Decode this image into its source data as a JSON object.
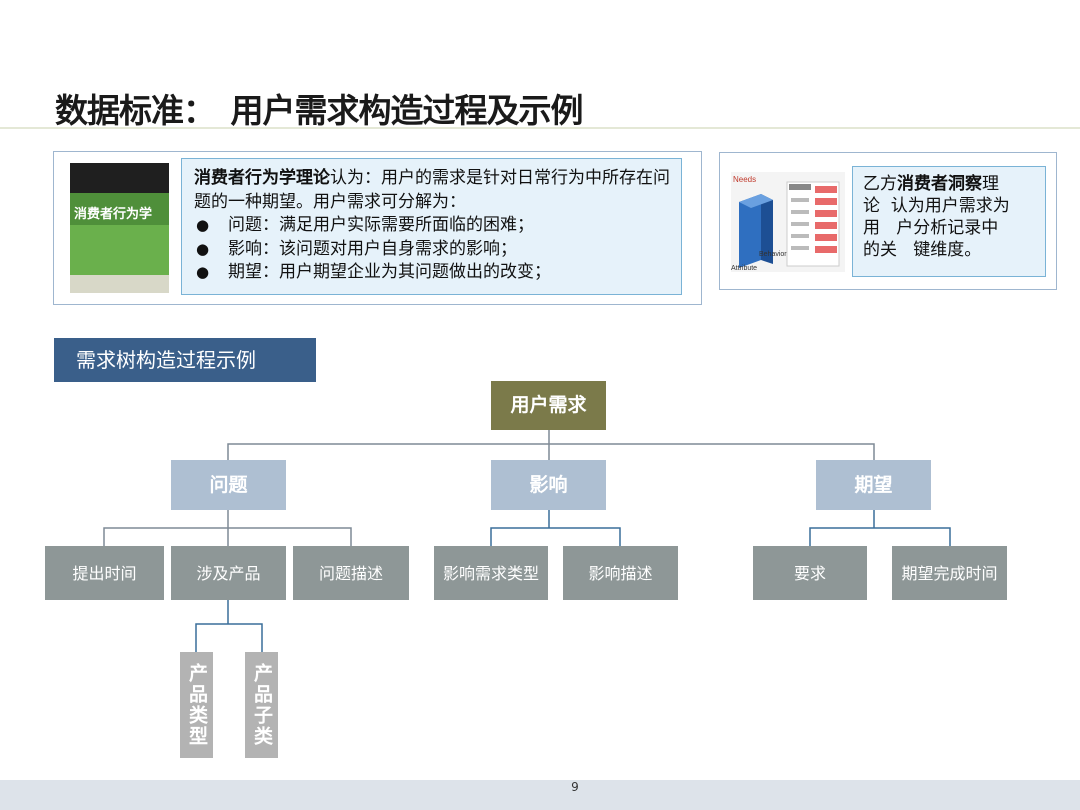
{
  "title": "数据标准：　用户需求构造过程及示例",
  "left_panel": {
    "book_cover_label": "消费者行为学",
    "theory_name": "消费者行为学理论",
    "theory_text": "认为：用户的需求是针对日常行为中所存在问题的一种期望。用户需求可分解为：",
    "bullets": [
      "问题：满足用户实际需要所面临的困难；",
      "影响：该问题对用户自身需求的影响；",
      "期望：用户期望企业为其问题做出的改变；"
    ]
  },
  "right_panel": {
    "thumb_labels": [
      "Needs",
      "Behavior",
      "Attribute"
    ],
    "prefix": "乙方",
    "theory_name": "消费者洞察",
    "text_1": "理",
    "text_2": "论  认为用户需求为\n用   户分析记录中\n的关   键维度。"
  },
  "section_label": "需求树构造过程示例",
  "tree": {
    "root": "用户需求",
    "level1": [
      "问题",
      "影响",
      "期望"
    ],
    "level2": [
      "提出时间",
      "涉及产品",
      "问题描述",
      "影响需求类型",
      "影响描述",
      "要求",
      "期望完成时间"
    ],
    "level3": [
      "产品类型",
      "产品子类"
    ]
  },
  "colors": {
    "root": "#7b7a4a",
    "level1": "#aebfd2",
    "level2": "#8e9797",
    "level3": "#b3b3b3",
    "connector": "#3a6e9a",
    "section_label_bg": "#3a5f8a",
    "highlight_box": "#e6f2fa"
  },
  "page_number": "9"
}
